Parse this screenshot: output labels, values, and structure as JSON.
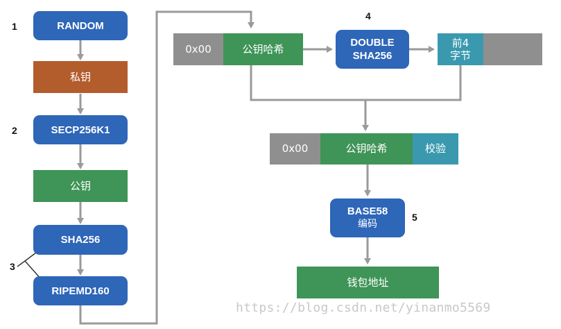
{
  "steps": {
    "n1": "1",
    "n2": "2",
    "n3": "3",
    "n4": "4",
    "n5": "5"
  },
  "nodes": {
    "random": "RANDOM",
    "private_key": "私钥",
    "secp256k1": "SECP256K1",
    "public_key": "公钥",
    "sha256": "SHA256",
    "ripemd160": "RIPEMD160",
    "prefix_top": "0x00",
    "pubkey_hash_top": "公钥哈希",
    "double_sha256_line1": "DOUBLE",
    "double_sha256_line2": "SHA256",
    "first4_line1": "前4",
    "first4_line2": "字节",
    "prefix_mid": "0x00",
    "pubkey_hash_mid": "公钥哈希",
    "checksum": "校验",
    "base58_line1": "BASE58",
    "base58_line2": "编码",
    "wallet_address": "钱包地址"
  },
  "watermark": "https://blog.csdn.net/yinanmo5569",
  "colors": {
    "blue": "#2e66b8",
    "brown": "#b35c2c",
    "green": "#3f9457",
    "gray": "#8f8f8f",
    "teal": "#3a99ae",
    "connector": "#9a9a9a"
  }
}
